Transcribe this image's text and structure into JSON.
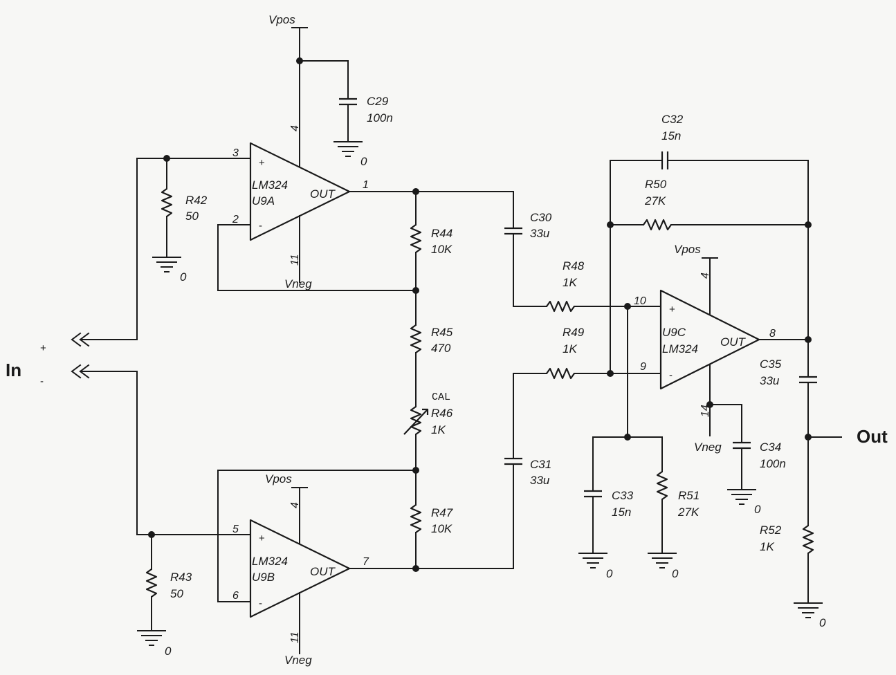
{
  "io": {
    "in_label": "In",
    "in_plus": "+",
    "in_minus": "-",
    "out_label": "Out"
  },
  "opamps": {
    "u9a": {
      "part": "LM324",
      "ref": "U9A",
      "out": "OUT",
      "pin_plus": "3",
      "pin_minus": "2",
      "pin_out": "1",
      "pin_vpos": "4",
      "pin_vneg": "11",
      "vpos": "Vpos",
      "vneg": "Vneg"
    },
    "u9b": {
      "part": "LM324",
      "ref": "U9B",
      "out": "OUT",
      "pin_plus": "5",
      "pin_minus": "6",
      "pin_out": "7",
      "pin_vpos": "4",
      "pin_vneg": "11",
      "vpos": "Vpos",
      "vneg": "Vneg"
    },
    "u9c": {
      "part": "LM324",
      "ref": "U9C",
      "out": "OUT",
      "pin_plus": "10",
      "pin_minus": "9",
      "pin_out": "8",
      "pin_vpos": "4",
      "pin_vneg": "14",
      "vpos": "Vpos",
      "vneg": "Vneg"
    }
  },
  "resistors": {
    "r42": {
      "ref": "R42",
      "value": "50"
    },
    "r43": {
      "ref": "R43",
      "value": "50"
    },
    "r44": {
      "ref": "R44",
      "value": "10K"
    },
    "r45": {
      "ref": "R45",
      "value": "470"
    },
    "r46": {
      "ref": "R46",
      "value": "1K",
      "note": "CAL"
    },
    "r47": {
      "ref": "R47",
      "value": "10K"
    },
    "r48": {
      "ref": "R48",
      "value": "1K"
    },
    "r49": {
      "ref": "R49",
      "value": "1K"
    },
    "r50": {
      "ref": "R50",
      "value": "27K"
    },
    "r51": {
      "ref": "R51",
      "value": "27K"
    },
    "r52": {
      "ref": "R52",
      "value": "1K"
    }
  },
  "capacitors": {
    "c29": {
      "ref": "C29",
      "value": "100n"
    },
    "c30": {
      "ref": "C30",
      "value": "33u"
    },
    "c31": {
      "ref": "C31",
      "value": "33u"
    },
    "c32": {
      "ref": "C32",
      "value": "15n"
    },
    "c33": {
      "ref": "C33",
      "value": "15n"
    },
    "c34": {
      "ref": "C34",
      "value": "100n"
    },
    "c35": {
      "ref": "C35",
      "value": "33u"
    }
  },
  "grounds": {
    "label": "0"
  },
  "op_signs": {
    "plus": "+",
    "minus": "-"
  }
}
